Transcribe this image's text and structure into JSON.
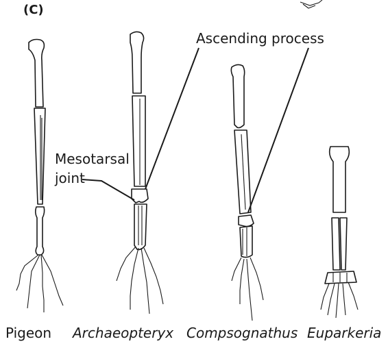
{
  "panel_label": "(C)",
  "annotations": {
    "ascending_process": "Ascending process",
    "mesotarsal_line1": "Mesotarsal",
    "mesotarsal_line2": "joint"
  },
  "specimens": [
    {
      "name": "Pigeon",
      "italic": false
    },
    {
      "name": "Archaeopteryx",
      "italic": true
    },
    {
      "name": "Compsognathus",
      "italic": true
    },
    {
      "name": "Euparkeria",
      "italic": true
    }
  ]
}
